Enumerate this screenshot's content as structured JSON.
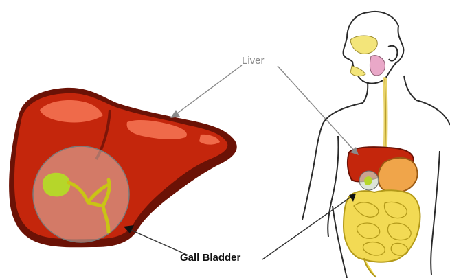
{
  "labels": {
    "liver": "Liver",
    "gall_bladder": "Gall Bladder"
  },
  "colors": {
    "liver_dark": "#6b1206",
    "liver_main": "#c4260c",
    "liver_highlight": "#ef6a4a",
    "gallbladder": "#b6d62a",
    "bile_duct": "#c9c415",
    "intestine": "#f2da54",
    "stomach": "#f0a54a",
    "body_outline": "#2b2b2b",
    "label_liver": "#8a8a8a",
    "label_gall": "#111111"
  },
  "icons": {
    "liver_organ": "liver-illustration",
    "body": "human-torso-outline",
    "magnifier": "magnifier-circle"
  }
}
